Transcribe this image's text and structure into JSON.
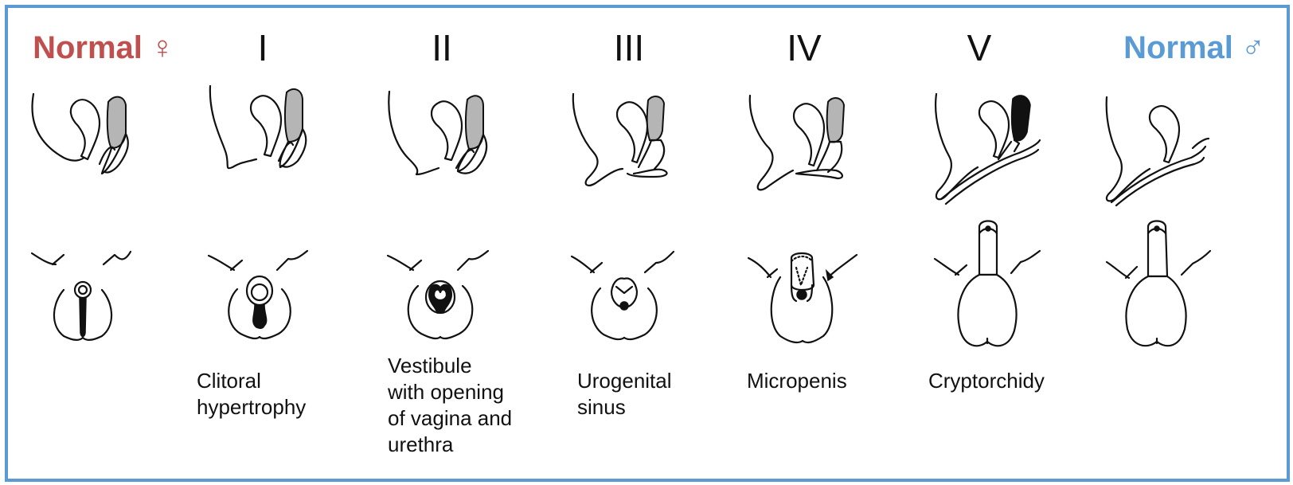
{
  "headers": {
    "female": {
      "label": "Normal",
      "symbol": "♀",
      "color": "#c0504d"
    },
    "stages": [
      "I",
      "II",
      "III",
      "IV",
      "V"
    ],
    "male": {
      "label": "Normal",
      "symbol": "♂",
      "color": "#5b9bd5"
    }
  },
  "captions": {
    "stage1": [
      "Clitoral",
      "hypertrophy"
    ],
    "stage2": [
      "Vestibule",
      "with opening",
      "of vagina and",
      "urethra"
    ],
    "stage3": [
      "Urogenital",
      "sinus"
    ],
    "stage4": [
      "Micropenis"
    ],
    "stage5": [
      "Cryptorchidy"
    ]
  },
  "colors": {
    "border": "#5b9bd5",
    "uterus_fill": "#b5b5b5",
    "ink": "#111111"
  }
}
